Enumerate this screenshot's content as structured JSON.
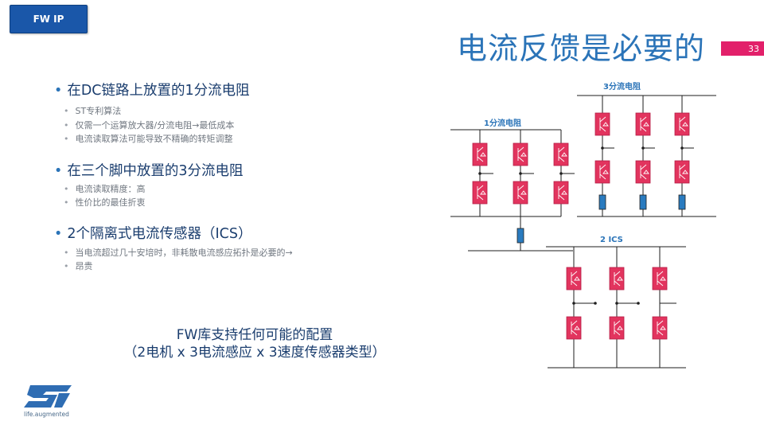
{
  "tag": "FW IP",
  "title": "电流反馈是必要的",
  "page_number": "33",
  "bullets": [
    {
      "text": "在DC链路上放置的1分流电阻",
      "sub": [
        "ST专利算法",
        "仅需一个运算放大器/分流电阻→最低成本",
        "电流读取算法可能导致不精确的转矩调整"
      ]
    },
    {
      "text": "在三个脚中放置的3分流电阻",
      "sub": [
        "电流读取精度：高",
        "性价比的最佳折衷"
      ]
    },
    {
      "text": "2个隔离式电流传感器（ICS）",
      "sub": [
        "当电流超过几十安培时，非耗散电流感应拓扑是必要的→",
        "昂贵"
      ]
    }
  ],
  "conclusion": {
    "line1": "FW库支持任何可能的配置",
    "line2": "（2电机 x 3电流感应 x 3速度传感器类型）"
  },
  "diagram_labels": {
    "one_shunt": "1分流电阻",
    "three_shunt": "3分流电阻",
    "two_ics": "2 ICS"
  },
  "logo": {
    "tagline": "life.augmented"
  },
  "colors": {
    "accent": "#2b74b8",
    "switch": "#e2345e",
    "shunt": "#2a7bbf",
    "page_tag": "#e2206a"
  }
}
